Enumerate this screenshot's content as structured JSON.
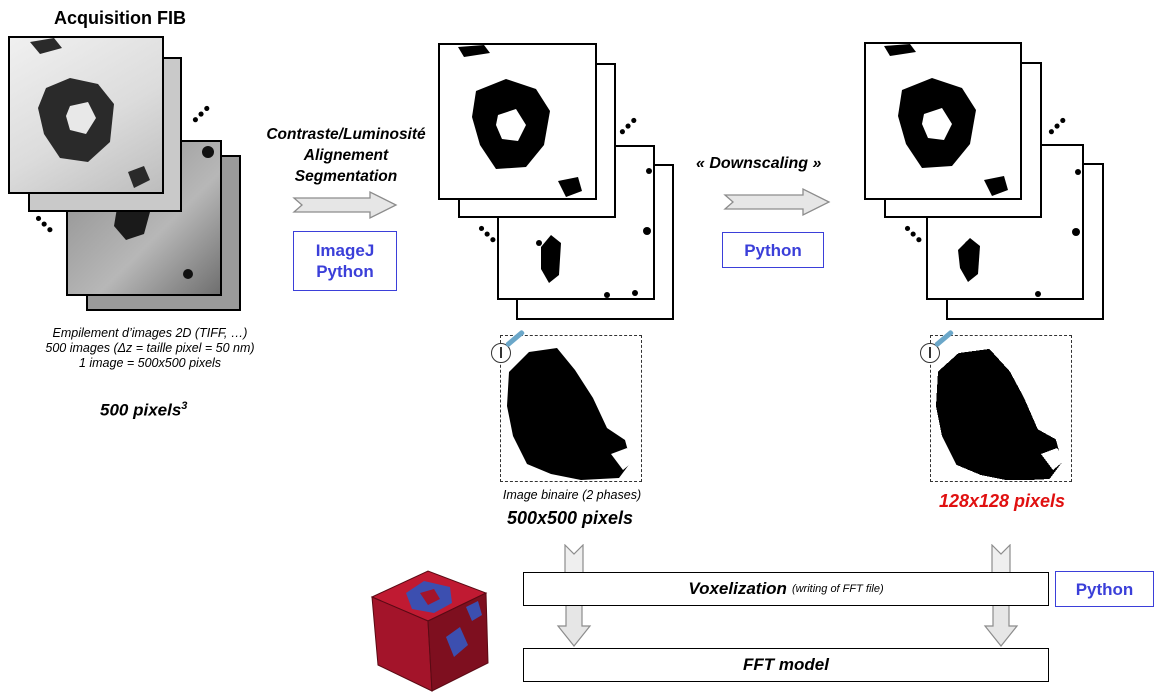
{
  "acquisition": {
    "title": "Acquisition FIB",
    "caption_line1": "Empilement d’images 2D (TIFF, …)",
    "caption_line2": "500 images (Δz = taille pixel = 50 nm)",
    "caption_line3": "1 image = 500x500 pixels",
    "size_base": "500 pixels",
    "size_exp": "3"
  },
  "step1": {
    "line1": "Contraste/Luminosité",
    "line2": "Alignement",
    "line3": "Segmentation",
    "tool_line1": "ImageJ",
    "tool_line2": "Python"
  },
  "step2": {
    "label": "« Downscaling »",
    "tool": "Python"
  },
  "binary": {
    "caption": "Image binaire (2 phases)",
    "size": "500x500 pixels"
  },
  "downscaled": {
    "size": "128x128 pixels"
  },
  "voxelization": {
    "label": "Voxelization",
    "note": "(writing of FFT file)",
    "tool": "Python"
  },
  "fft": {
    "label": "FFT model"
  },
  "colors": {
    "tool_blue": "#3b3fd9",
    "highlight_red": "#e01010",
    "cube_red": "#a3142a",
    "cube_blue": "#3c4fb0",
    "arrow_gray": "#d9d9d9"
  }
}
